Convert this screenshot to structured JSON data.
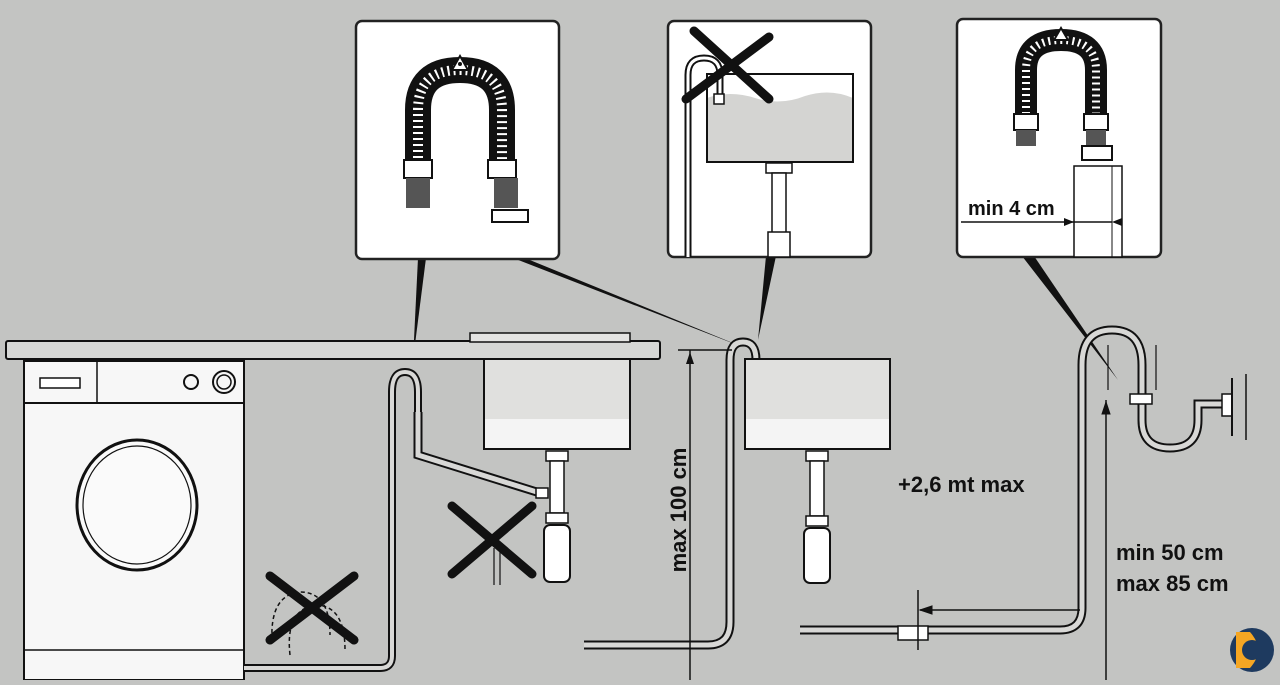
{
  "labels": {
    "max_height": "max 100 cm",
    "siphon_clearance": "min 4 cm",
    "extension": "+2,6 mt max",
    "height_min": "min 50 cm",
    "height_max": "max 85 cm"
  },
  "panels": {
    "hose_guide": "hose-guide-detail",
    "submerged_forbidden": "submerged-hose-forbidden-detail",
    "siphon_connection": "siphon-connection-detail"
  },
  "colors": {
    "background": "#c3c4c2",
    "line": "#111111",
    "panel_bg": "#ffffff",
    "logo_orange": "#f5a623",
    "logo_blue": "#1e3a5f"
  }
}
